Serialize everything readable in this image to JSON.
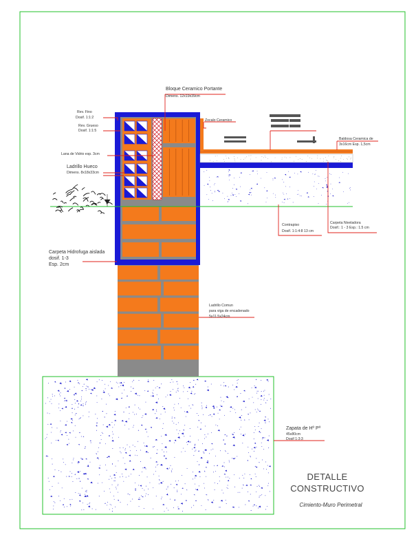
{
  "drawing": {
    "title_line1": "DETALLE",
    "title_line2": "CONSTRUCTIVO",
    "subtitle": "Cimiento-Muro Perimetral"
  },
  "labels": {
    "bloque_ceramico": "Bloque Ceramico Portante",
    "bloque_ceramico_dim": "Dimens. 12x19x39cm",
    "zocalo": "Zocalo Ceramico",
    "rev_fino": "Rev. Fino",
    "rev_fino_dosif": "Dosif. 1:1:2",
    "rev_grueso": "Rev. Grueso",
    "rev_grueso_dosif": "Dosif. 1:1:5",
    "lana_vidrio": "Lana de Vidrio esp. 3cm",
    "ladrillo_hueco": "Ladrillo Hueco",
    "ladrillo_hueco_dim": "Dimens. 8x18x33cm",
    "baldosa": "Baldosa Ceramica de",
    "baldosa_dim": "3x16cm Esp. 1,5cm",
    "contrapiso": "Contrapiso",
    "contrapiso_dosif": "Dosif. 1:1:4:8 13 cm",
    "carpeta_niveladora": "Carpeta Niveladora",
    "carpeta_niveladora_dosif": "Dosif.: 1 - 3 Esp.: 1.5 cm",
    "carpeta_hidrofuga": "Carpeta Hidrofuga aislada",
    "carpeta_hidrofuga_dosif": "dosif. 1-3",
    "carpeta_hidrofuga_esp": "Esp. 2cm",
    "ladrillo_comun": "Ladrillo Comun",
    "ladrillo_comun_uso": "para viga de encadenado",
    "ladrillo_comun_dim": "5x11.5x24cm",
    "zapata": "Zapata de Hº Pº",
    "zapata_dim": "45x80cm",
    "zapata_dosif": "Dosif 1:3:3"
  },
  "colors": {
    "frame": "#22c02a",
    "brick": "#f47a1c",
    "mortar": "#8a8a8a",
    "membrane": "#1a1ad6",
    "leader": "#e0201a",
    "concrete_dots": "#1a1acc",
    "insulation": "#d0101a",
    "ground": "#22c02a"
  }
}
